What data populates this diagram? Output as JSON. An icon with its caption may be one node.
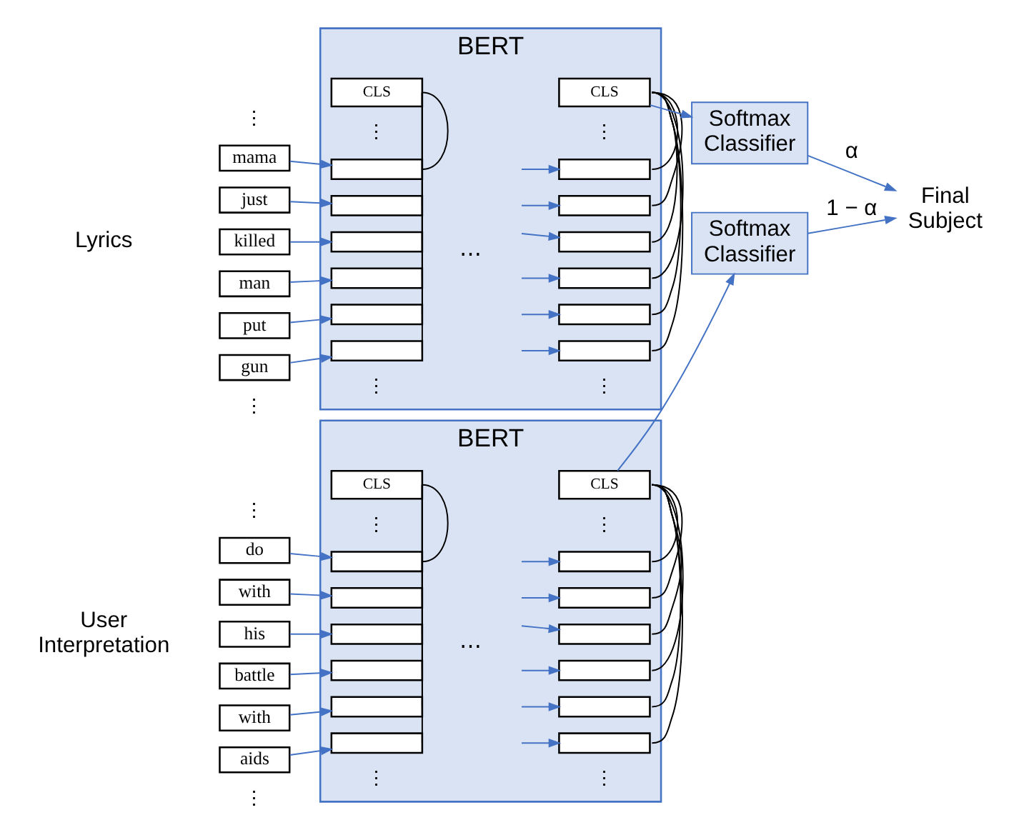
{
  "diagram": {
    "nodes": [
      {
        "text": [
          "BERT"
        ]
      },
      {
        "text": [
          "CLS"
        ],
        "in": 0
      },
      {
        "text": [
          "CLS"
        ],
        "in": 0
      },
      {
        "text": [],
        "shape": "box",
        "in": 0
      },
      {
        "text": [],
        "shape": "box",
        "in": 0
      },
      {
        "text": [],
        "shape": "box",
        "in": 0
      },
      {
        "text": [],
        "shape": "box",
        "in": 0
      },
      {
        "text": [],
        "shape": "box",
        "in": 0
      },
      {
        "text": [],
        "shape": "box",
        "in": 0
      },
      {
        "text": [],
        "shape": "box",
        "in": 0
      },
      {
        "text": [],
        "shape": "box",
        "in": 0
      },
      {
        "text": [],
        "shape": "box",
        "in": 0
      },
      {
        "text": [],
        "shape": "box",
        "in": 0
      },
      {
        "text": [],
        "shape": "box",
        "in": 0
      },
      {
        "text": [],
        "shape": "box",
        "in": 0
      },
      {
        "text": [
          "mama"
        ]
      },
      {
        "text": [
          "just"
        ]
      },
      {
        "text": [
          "killed"
        ]
      },
      {
        "text": [
          "man"
        ]
      },
      {
        "text": [
          "put"
        ]
      },
      {
        "text": [
          "gun"
        ]
      },
      {
        "text": [
          "Softmax Classifier"
        ]
      },
      {
        "text": [
          "BERT"
        ]
      },
      {
        "text": [
          "CLS"
        ],
        "in": 22
      },
      {
        "text": [
          "CLS"
        ],
        "in": 22
      },
      {
        "text": [],
        "shape": "box",
        "in": 22
      },
      {
        "text": [],
        "shape": "box",
        "in": 22
      },
      {
        "text": [],
        "shape": "box",
        "in": 22
      },
      {
        "text": [],
        "shape": "box",
        "in": 22
      },
      {
        "text": [],
        "shape": "box",
        "in": 22
      },
      {
        "text": [],
        "shape": "box",
        "in": 22
      },
      {
        "text": [],
        "shape": "box",
        "in": 22
      },
      {
        "text": [],
        "shape": "box",
        "in": 22
      },
      {
        "text": [],
        "shape": "box",
        "in": 22
      },
      {
        "text": [],
        "shape": "box",
        "in": 22
      },
      {
        "text": [],
        "shape": "box",
        "in": 22
      },
      {
        "text": [],
        "shape": "box",
        "in": 22
      },
      {
        "text": [
          "do"
        ]
      },
      {
        "text": [
          "with"
        ]
      },
      {
        "text": [
          "his"
        ]
      },
      {
        "text": [
          "battle"
        ]
      },
      {
        "text": [
          "with"
        ]
      },
      {
        "text": [
          "aids"
        ]
      },
      {
        "text": [
          "Softmax Classifier"
        ]
      },
      {
        "text": [
          "Final Subject"
        ]
      }
    ],
    "edges": [
      {
        "from": 15,
        "to": 3,
        "arrow": "to"
      },
      {
        "from": 16,
        "to": 4,
        "arrow": "to"
      },
      {
        "from": 17,
        "to": 5,
        "arrow": "to"
      },
      {
        "from": 18,
        "to": 6,
        "arrow": "to"
      },
      {
        "from": 19,
        "to": 7,
        "arrow": "to"
      },
      {
        "from": 20,
        "to": 8,
        "arrow": "to"
      },
      {
        "from": null,
        "to": 9,
        "arrow": "to"
      },
      {
        "from": null,
        "to": 10,
        "arrow": "to"
      },
      {
        "from": null,
        "to": 11,
        "arrow": "to"
      },
      {
        "from": null,
        "to": 12,
        "arrow": "to"
      },
      {
        "from": null,
        "to": 13,
        "arrow": "to"
      },
      {
        "from": null,
        "to": 14,
        "arrow": "to"
      },
      {
        "from": 1,
        "to": 3,
        "arrow": "none",
        "color": "#000000"
      },
      {
        "from": 1,
        "to": 4,
        "arrow": "none",
        "color": "#000000"
      },
      {
        "from": 1,
        "to": 5,
        "arrow": "none",
        "color": "#000000"
      },
      {
        "from": 1,
        "to": 6,
        "arrow": "none",
        "color": "#000000"
      },
      {
        "from": 1,
        "to": 7,
        "arrow": "none",
        "color": "#000000"
      },
      {
        "from": 1,
        "to": 8,
        "arrow": "none",
        "color": "#000000"
      },
      {
        "from": 2,
        "to": 9,
        "arrow": "none",
        "color": "#000000"
      },
      {
        "from": 2,
        "to": 10,
        "arrow": "none",
        "color": "#000000"
      },
      {
        "from": 2,
        "to": 11,
        "arrow": "none",
        "color": "#000000"
      },
      {
        "from": 2,
        "to": 12,
        "arrow": "none",
        "color": "#000000"
      },
      {
        "from": 2,
        "to": 13,
        "arrow": "none",
        "color": "#000000"
      },
      {
        "from": 2,
        "to": 14,
        "arrow": "none",
        "color": "#000000"
      },
      {
        "from": 2,
        "to": 21,
        "arrow": "to"
      },
      {
        "from": 37,
        "to": 25,
        "arrow": "to"
      },
      {
        "from": 38,
        "to": 26,
        "arrow": "to"
      },
      {
        "from": 39,
        "to": 27,
        "arrow": "to"
      },
      {
        "from": 40,
        "to": 28,
        "arrow": "to"
      },
      {
        "from": 41,
        "to": 29,
        "arrow": "to"
      },
      {
        "from": 42,
        "to": 30,
        "arrow": "to"
      },
      {
        "from": null,
        "to": 31,
        "arrow": "to"
      },
      {
        "from": null,
        "to": 32,
        "arrow": "to"
      },
      {
        "from": null,
        "to": 33,
        "arrow": "to"
      },
      {
        "from": null,
        "to": 34,
        "arrow": "to"
      },
      {
        "from": null,
        "to": 35,
        "arrow": "to"
      },
      {
        "from": null,
        "to": 36,
        "arrow": "to"
      },
      {
        "from": 23,
        "to": 25,
        "arrow": "none",
        "color": "#000000"
      },
      {
        "from": 23,
        "to": 26,
        "arrow": "none",
        "color": "#000000"
      },
      {
        "from": 23,
        "to": 27,
        "arrow": "none",
        "color": "#000000"
      },
      {
        "from": 23,
        "to": 28,
        "arrow": "none",
        "color": "#000000"
      },
      {
        "from": 23,
        "to": 29,
        "arrow": "none",
        "color": "#000000"
      },
      {
        "from": 23,
        "to": 30,
        "arrow": "none",
        "color": "#000000"
      },
      {
        "from": 24,
        "to": 31,
        "arrow": "none",
        "color": "#000000"
      },
      {
        "from": 24,
        "to": 32,
        "arrow": "none",
        "color": "#000000"
      },
      {
        "from": 24,
        "to": 33,
        "arrow": "none",
        "color": "#000000"
      },
      {
        "from": 24,
        "to": 34,
        "arrow": "none",
        "color": "#000000"
      },
      {
        "from": 24,
        "to": 35,
        "arrow": "none",
        "color": "#000000"
      },
      {
        "from": 24,
        "to": 36,
        "arrow": "none",
        "color": "#000000"
      },
      {
        "from": 24,
        "to": 43,
        "arrow": "to"
      },
      {
        "from": 21,
        "to": 44,
        "arrow": "to",
        "label": "α"
      },
      {
        "from": 43,
        "to": 44,
        "arrow": "to",
        "label": "1 − α"
      }
    ],
    "labels": [
      "⋮",
      "⋮",
      "⋮",
      "⋮",
      "⋮",
      "⋮",
      "⋯",
      "Lyrics",
      "⋮",
      "⋮",
      "⋮",
      "⋮",
      "⋮",
      "⋮",
      "⋯",
      "User Interpretation"
    ]
  }
}
